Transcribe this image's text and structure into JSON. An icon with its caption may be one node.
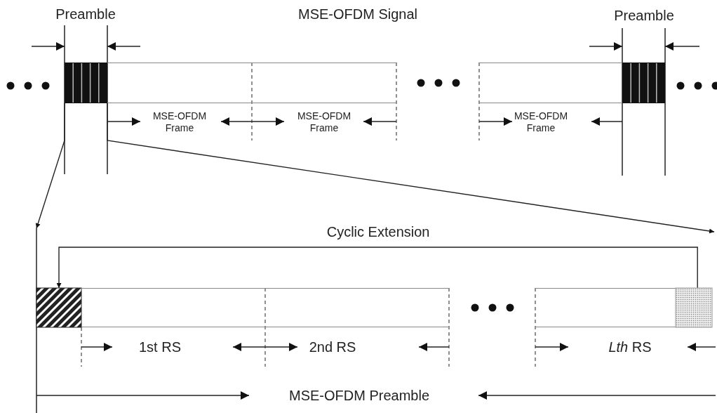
{
  "diagram": {
    "nodes": [
      {
        "text": [],
        "shape": "box"
      },
      {
        "text": [],
        "shape": "box"
      },
      {
        "text": [],
        "shape": "box"
      },
      {
        "text": [],
        "shape": "box"
      },
      {
        "text": [],
        "shape": "box"
      },
      {
        "text": [],
        "shape": "box"
      },
      {
        "text": [],
        "shape": "box"
      },
      {
        "text": [],
        "shape": "box"
      },
      {
        "text": [],
        "shape": "box"
      },
      {
        "text": [],
        "shape": "box"
      }
    ],
    "edges": [
      {
        "from": 0,
        "to": null,
        "arrow": "to"
      },
      {
        "from": 0,
        "to": null,
        "arrow": "to"
      },
      {
        "from": 9,
        "to": 5,
        "arrow": "to",
        "label": "Cyclic Extension"
      }
    ],
    "labels": [
      "Preamble",
      "MSE-OFDM Signal",
      "Preamble",
      "MSE-OFDM Frame",
      "MSE-OFDM Frame",
      "MSE-OFDM Frame",
      "1st RS",
      "2nd RS",
      "*Lth* RS",
      "MSE-OFDM Preamble"
    ]
  }
}
